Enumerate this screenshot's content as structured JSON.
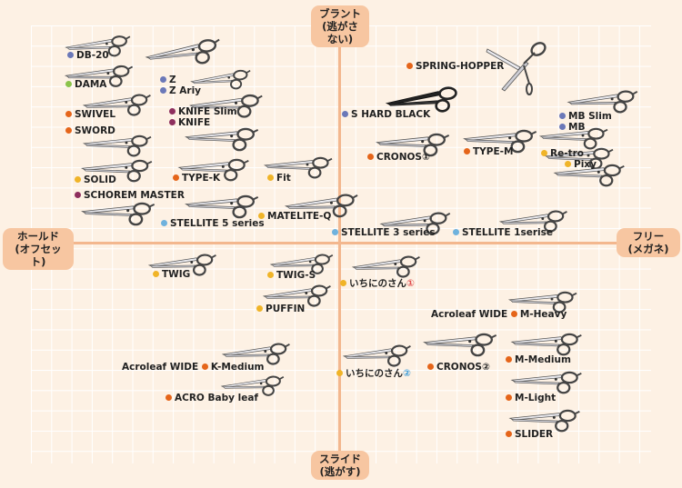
{
  "axes": {
    "top": {
      "line1": "ブラント",
      "line2": "(逃がさない)"
    },
    "bottom": {
      "line1": "スライド",
      "line2": "(逃がす)"
    },
    "left": {
      "line1": "ホールド",
      "line2": "(オフセット)"
    },
    "right": {
      "line1": "フリー",
      "line2": "(メガネ)"
    }
  },
  "colors": {
    "blue": "#6b78b8",
    "green": "#8bc34a",
    "orange": "#e5651a",
    "purple": "#8e2f5e",
    "yellow": "#f0b428",
    "sky": "#6fb2dd"
  },
  "products": [
    {
      "id": "db-20",
      "label": "DB-20",
      "color": "blue"
    },
    {
      "id": "dama",
      "label": "DAMA",
      "color": "green"
    },
    {
      "id": "swivel",
      "label": "SWIVEL",
      "color": "orange"
    },
    {
      "id": "sword",
      "label": "SWORD",
      "color": "orange"
    },
    {
      "id": "solid",
      "label": "SOLID",
      "color": "yellow"
    },
    {
      "id": "schorem-master",
      "label": "SCHOREM MASTER",
      "color": "purple"
    },
    {
      "id": "z",
      "label": "Z",
      "color": "blue"
    },
    {
      "id": "z-ariy",
      "label": "Z Ariy",
      "color": "blue"
    },
    {
      "id": "knife-slim",
      "label": "KNIFE Slim",
      "color": "purple"
    },
    {
      "id": "knife",
      "label": "KNIFE",
      "color": "purple"
    },
    {
      "id": "type-k",
      "label": "TYPE-K",
      "color": "orange"
    },
    {
      "id": "fit",
      "label": "Fit",
      "color": "yellow"
    },
    {
      "id": "stellite-5",
      "label": "STELLITE 5 series",
      "color": "sky"
    },
    {
      "id": "matelite-q",
      "label": "MATELITE-Q",
      "color": "yellow"
    },
    {
      "id": "stellite-3",
      "label": "STELLITE 3 series",
      "color": "sky"
    },
    {
      "id": "spring-hopper",
      "label": "SPRING-HOPPER",
      "color": "orange"
    },
    {
      "id": "s-hard-black",
      "label": "S HARD BLACK",
      "color": "blue"
    },
    {
      "id": "cronos-1",
      "label": "CRONOS",
      "suffix": "①",
      "color": "orange"
    },
    {
      "id": "type-m",
      "label": "TYPE-M",
      "color": "orange"
    },
    {
      "id": "mb-slim",
      "label": "MB Slim",
      "color": "blue"
    },
    {
      "id": "mb",
      "label": "MB",
      "color": "blue"
    },
    {
      "id": "re-tro",
      "label": "Re-tro",
      "color": "yellow"
    },
    {
      "id": "pixy",
      "label": "Pixy",
      "color": "yellow"
    },
    {
      "id": "stellite-1",
      "label": "STELLITE 1serise",
      "color": "sky"
    },
    {
      "id": "twig",
      "label": "TWIG",
      "color": "yellow"
    },
    {
      "id": "twig-s",
      "label": "TWIG-S",
      "color": "yellow"
    },
    {
      "id": "puffin",
      "label": "PUFFIN",
      "color": "yellow"
    },
    {
      "id": "ichinoan-1",
      "label": "いちにのさん",
      "suffix": "①",
      "suffix_color": "red",
      "color": "yellow"
    },
    {
      "id": "acroleaf-m-heavy",
      "prefix": "Acroleaf WIDE",
      "label": "M-Heavy",
      "color": "orange"
    },
    {
      "id": "acroleaf-k-medium",
      "prefix": "Acroleaf WIDE",
      "label": "K-Medium",
      "color": "orange"
    },
    {
      "id": "acro-baby-leaf",
      "label": "ACRO Baby leaf",
      "color": "orange"
    },
    {
      "id": "ichinoan-2",
      "label": "いちにのさん",
      "suffix": "②",
      "suffix_color": "blue",
      "color": "yellow"
    },
    {
      "id": "cronos-2",
      "label": "CRONOS",
      "suffix": "②",
      "color": "orange"
    },
    {
      "id": "m-medium",
      "label": "M-Medium",
      "color": "orange"
    },
    {
      "id": "m-light",
      "label": "M-Light",
      "color": "orange"
    },
    {
      "id": "slider",
      "label": "SLIDER",
      "color": "orange"
    }
  ]
}
